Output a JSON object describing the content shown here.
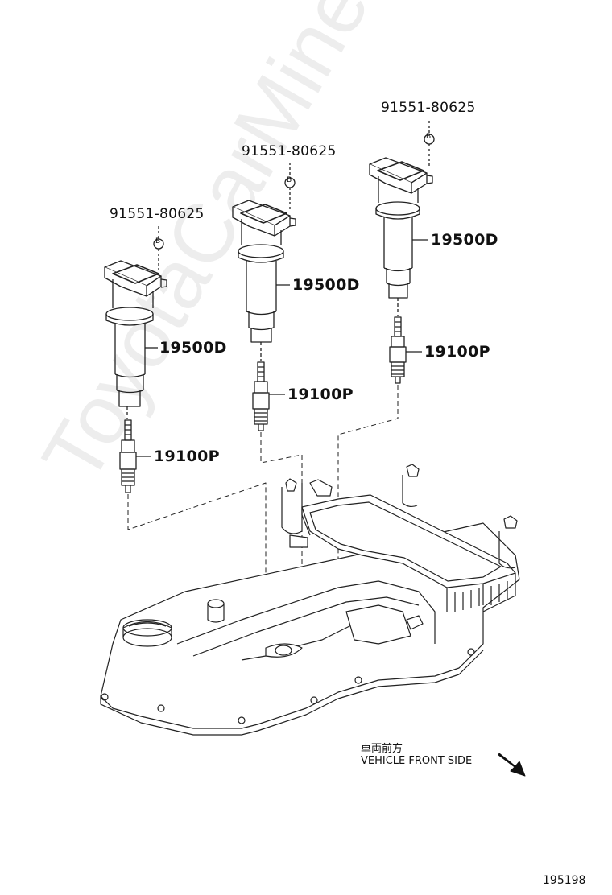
{
  "watermark": "ToyotaCarMine.ru",
  "callouts": {
    "bolt_left": "91551-80625",
    "bolt_mid": "91551-80625",
    "bolt_right": "91551-80625",
    "coil_left": "19500D",
    "coil_mid": "19500D",
    "coil_right": "19500D",
    "plug_left": "19100P",
    "plug_mid": "19100P",
    "plug_right": "19100P",
    "bolt_marker": "B"
  },
  "orientation": {
    "japanese": "車両前方",
    "english": "VEHICLE FRONT SIDE"
  },
  "figure_number": "195198",
  "colors": {
    "line": "#222222",
    "watermark": "#000000"
  },
  "icons": {
    "direction": "arrow-down-right-icon"
  }
}
